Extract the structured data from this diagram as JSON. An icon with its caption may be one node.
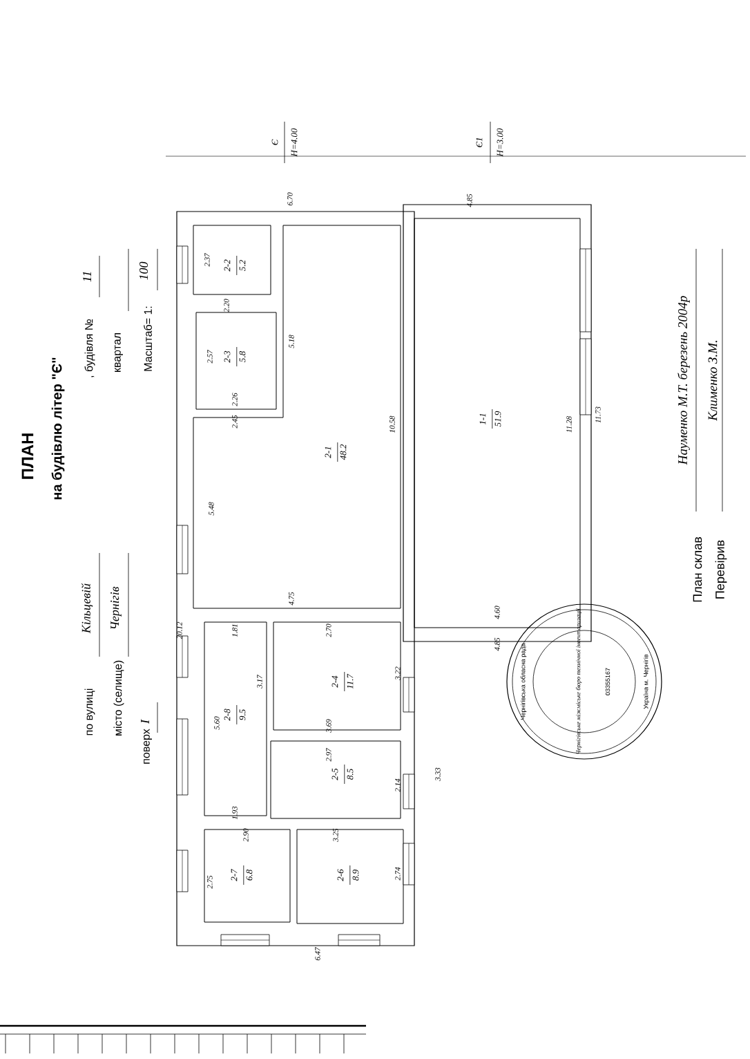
{
  "diagram": {
    "title": "ПЛАН",
    "nodes": [
      {
        "text": [
          "1-1",
          "51.9"
        ]
      },
      {
        "text": [
          "2-1",
          "48.2"
        ]
      },
      {
        "text": [
          "2-2",
          "5.2"
        ]
      },
      {
        "text": [
          "2-3",
          "5.8"
        ]
      },
      {
        "text": [
          "2-4",
          "11.7"
        ]
      },
      {
        "text": [
          "2-5",
          "8.5"
        ]
      },
      {
        "text": [
          "2-6",
          "8.9"
        ]
      },
      {
        "text": [
          "2-7",
          "6.8"
        ]
      },
      {
        "text": [
          "2-8",
          "9.5"
        ]
      }
    ],
    "labels": [
      "на будівлю літер \"Є\"",
      "по вулиці",
      "Кільцевій",
      ", будівля №",
      "11",
      "місто (селище)",
      "Чернігів",
      "квартал",
      "поверх",
      "I",
      "Масштаб= 1:",
      "100",
      "Є",
      "H=4.00",
      "Є1",
      "H=3.00",
      "6.70",
      "2.37",
      "2.20",
      "2.57",
      "2.26",
      "5.18",
      "2.45",
      "5.48",
      "10.58",
      "4.75",
      "20.12",
      "1.81",
      "2.70",
      "3.17",
      "5.60",
      "3.22",
      "3.69",
      "2.97",
      "2.14",
      "3.33",
      "1.93",
      "2.90",
      "3.25",
      "2.75",
      "2.74",
      "6.47",
      "4.85",
      "11.28",
      "11.73",
      "4.60",
      "4.85",
      "Чернігівська обласна рада",
      "Чернігівське міжміське бюро технічної інвентаризації",
      "03355167",
      "Україна м. Чернігів",
      "План склав",
      "Науменко М.Т. березень 2004р",
      "Перевірив",
      "Клименко З.М."
    ]
  }
}
